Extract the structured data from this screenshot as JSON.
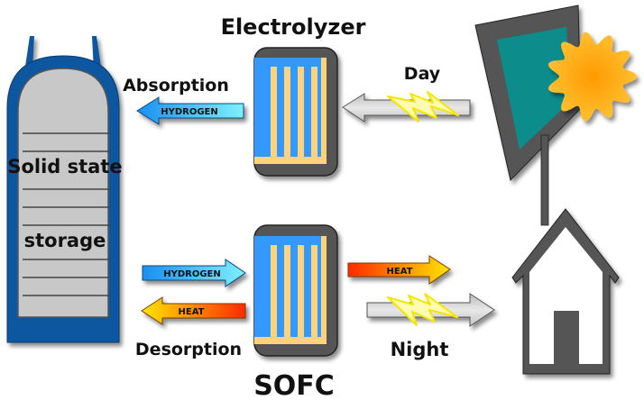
{
  "storage": {
    "line1": "Solid state",
    "line2": "storage"
  },
  "electrolyzer": {
    "title": "Electrolyzer"
  },
  "sofc": {
    "title": "SOFC"
  },
  "labels": {
    "absorption": "Absorption",
    "desorption": "Desorption",
    "day": "Day",
    "night": "Night"
  },
  "arrows": {
    "absorption_hydrogen": "HYDROGEN",
    "desorption_hydrogen": "HYDROGEN",
    "desorption_heat": "HEAT",
    "sofc_heat": "HEAT"
  },
  "colors": {
    "tank_blue": "#0d56a0",
    "tank_fill": "#c8c8c8",
    "cell_blue": "#3399ff",
    "cell_yellow": "#ffd37a",
    "cell_frame": "#555555",
    "panel_teal": "#0a8c8c",
    "sun_orange": "#ffb020"
  }
}
